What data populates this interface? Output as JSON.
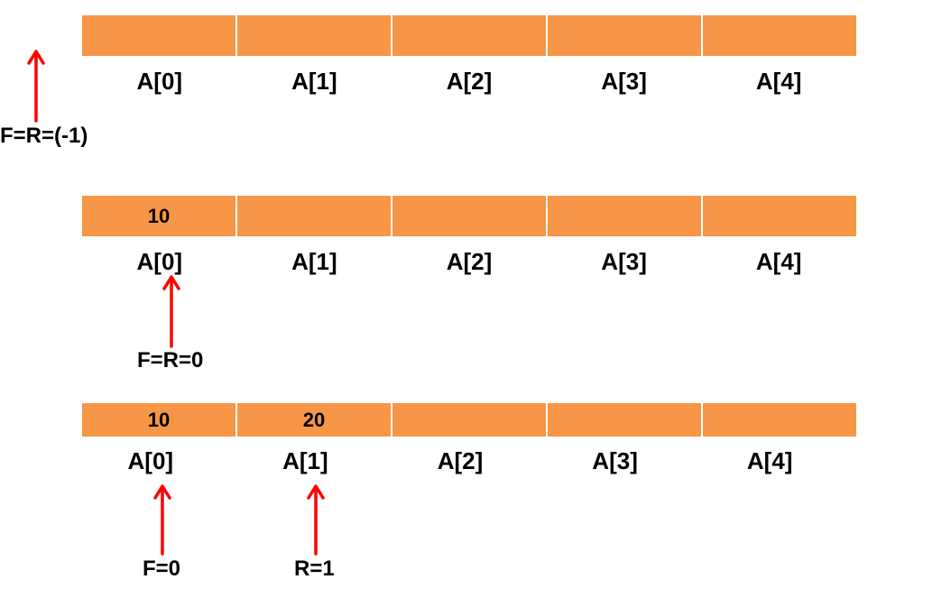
{
  "colors": {
    "cell_fill": "#f79646",
    "arrow": "#ff0000"
  },
  "rows": [
    {
      "cells": [
        "",
        "",
        "",
        "",
        ""
      ],
      "indices": [
        "A[0]",
        "A[1]",
        "A[2]",
        "A[3]",
        "A[4]"
      ],
      "pointers": [
        {
          "label": "F=R=(-1)"
        }
      ]
    },
    {
      "cells": [
        "10",
        "",
        "",
        "",
        ""
      ],
      "indices": [
        "A[0]",
        "A[1]",
        "A[2]",
        "A[3]",
        "A[4]"
      ],
      "pointers": [
        {
          "label": "F=R=0"
        }
      ]
    },
    {
      "cells": [
        "10",
        "20",
        "",
        "",
        ""
      ],
      "indices": [
        "A[0]",
        "A[1]",
        "A[2]",
        "A[3]",
        "A[4]"
      ],
      "pointers": [
        {
          "label": "F=0"
        },
        {
          "label": "R=1"
        }
      ]
    }
  ]
}
